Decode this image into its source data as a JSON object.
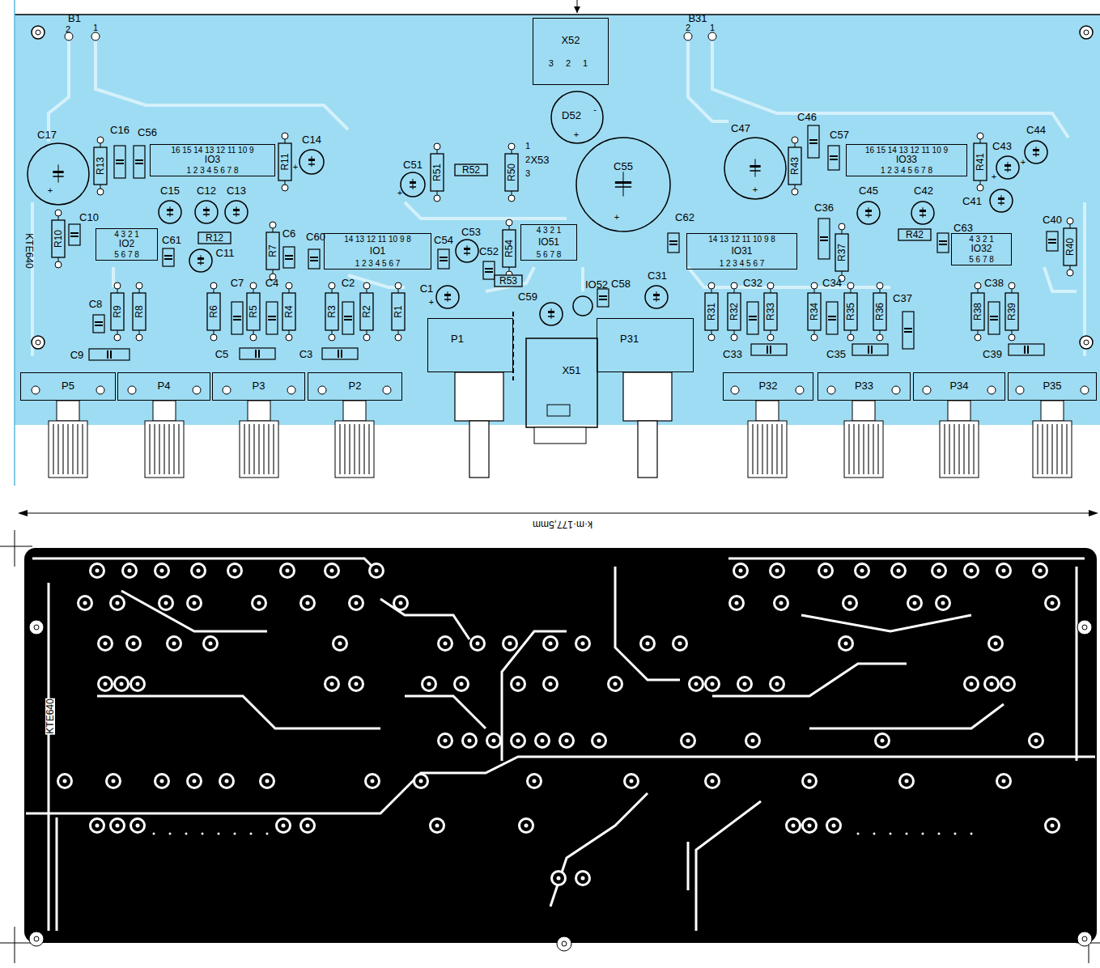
{
  "diagram": {
    "nodes": [
      {
        "text": [
          "X52",
          "3 2 1"
        ]
      },
      {
        "text": [
          "16 15 14 13 12 11 10 9",
          "IO3",
          "1 2 3 4 5 6 7 8"
        ]
      },
      {
        "text": [
          "16 15 14 13 12 11 10 9",
          "IO33",
          "1 2 3 4 5 6 7 8"
        ]
      },
      {
        "text": [
          "4 3 2 1",
          "IO2",
          "5 6 7 8"
        ]
      },
      {
        "text": [
          "14 13 12 11 10 9 8",
          "IO1",
          "1 2 3 4 5 6 7"
        ]
      },
      {
        "text": [
          "4 3 2 1",
          "IO51",
          "5 6 7 8"
        ]
      },
      {
        "text": [
          "14 13 12 11 10 9 8",
          "IO31",
          "1 2 3 4 5 6 7"
        ]
      },
      {
        "text": [
          "4 3 2 1",
          "IO32",
          "5 6 7 8"
        ]
      },
      {
        "text": [
          "P1"
        ]
      },
      {
        "text": [
          "P31"
        ]
      },
      {
        "text": [
          "P5"
        ]
      },
      {
        "text": [
          "P4"
        ]
      },
      {
        "text": [
          "P3"
        ]
      },
      {
        "text": [
          "P2"
        ]
      },
      {
        "text": [
          "P32"
        ]
      },
      {
        "text": [
          "P33"
        ]
      },
      {
        "text": [
          "P34"
        ]
      },
      {
        "text": [
          "P35"
        ]
      }
    ],
    "labels": [
      "B1",
      "2",
      "1",
      "B31",
      "2",
      "1",
      "C16",
      "C56",
      "C17",
      "+",
      "R13",
      "C14",
      "+",
      "R11",
      "C51",
      "+",
      "R51",
      "R52",
      "R50",
      "X53",
      "1",
      "2",
      "3",
      "D52",
      "-",
      "+",
      "C55",
      "+",
      "C47",
      "+",
      "C46",
      "C57",
      "R43",
      "R41",
      "C43",
      "+",
      "C44",
      "+",
      "C15",
      "C12",
      "C13",
      "R12",
      "C11",
      "R10",
      "C10",
      "C61",
      "R7",
      "C6",
      "C60",
      "C54",
      "C53",
      "C52",
      "R54",
      "C62",
      "C36",
      "R37",
      "C45",
      "C42",
      "C41",
      "R42",
      "C63",
      "C40",
      "R40",
      "R53",
      "C1",
      "+",
      "C59",
      "IO52",
      "C58",
      "C31",
      "C8",
      "R9",
      "R8",
      "C7",
      "C4",
      "C2",
      "R6",
      "R5",
      "R4",
      "R3",
      "R2",
      "R1",
      "C32",
      "C34",
      "C38",
      "R31",
      "R32",
      "R33",
      "R34",
      "R35",
      "R36",
      "C37",
      "R38",
      "R39",
      "C9",
      "C5",
      "C3",
      "C33",
      "C35",
      "C39",
      "X51",
      "KTE640",
      "k·m·177,5mm",
      "KTE640"
    ]
  }
}
